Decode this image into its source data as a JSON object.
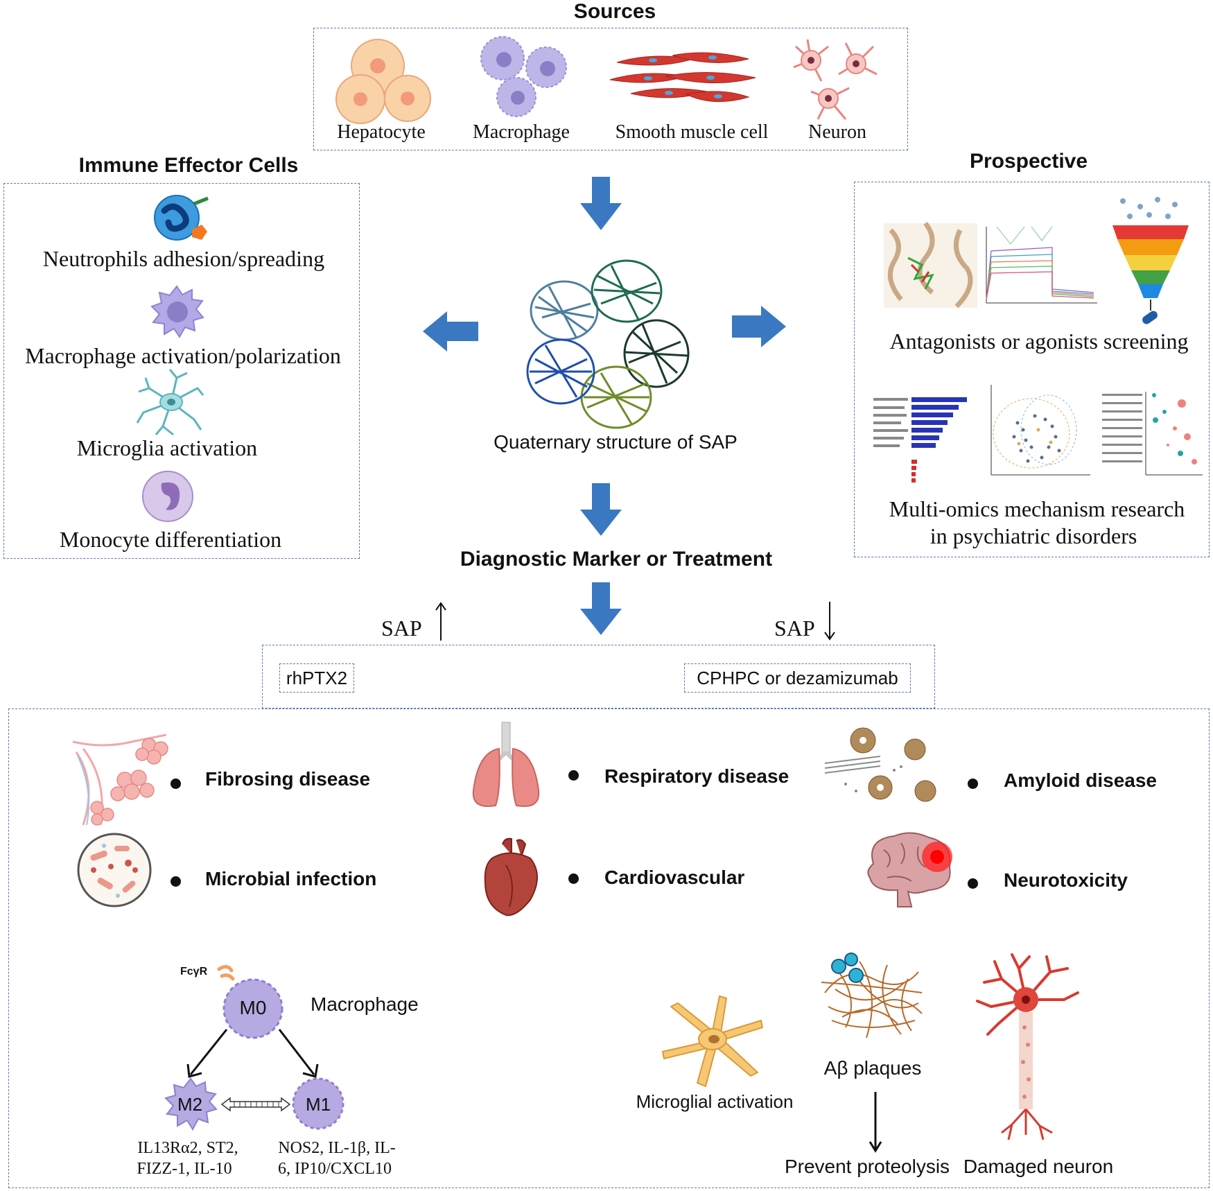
{
  "sources": {
    "title": "Sources",
    "cells": [
      "Hepatocyte",
      "Macrophage",
      "Smooth muscle cell",
      "Neuron"
    ]
  },
  "immune": {
    "title": "Immune Effector Cells",
    "items": [
      "Neutrophils adhesion/spreading",
      "Macrophage activation/polarization",
      "Microglia activation",
      "Monocyte differentiation"
    ]
  },
  "prospective": {
    "title": "Prospective",
    "screening": "Antagonists or agonists screening",
    "multiomics_line1": "Multi-omics mechanism research",
    "multiomics_line2": "in psychiatric disorders"
  },
  "center": {
    "structure_caption": "Quaternary structure of SAP",
    "diagnostic": "Diagnostic Marker or Treatment",
    "sap_up": "SAP",
    "sap_down": "SAP",
    "treatment_left": "rhPTX2",
    "treatment_right": "CPHPC or dezamizumab"
  },
  "diseases": [
    "Fibrosing disease",
    "Respiratory disease",
    "Amyloid disease",
    "Microbial infection",
    "Cardiovascular",
    "Neurotoxicity"
  ],
  "macrophage": {
    "receptor": "FcγR",
    "m0": "M0",
    "label": "Macrophage",
    "m2": "M2",
    "m1": "M1",
    "m2_markers_line1": "IL13Rα2, ST2,",
    "m2_markers_line2": "FIZZ-1, IL-10",
    "m1_markers_line1": "NOS2, IL-1β, IL-",
    "m1_markers_line2": "6, IP10/CXCL10"
  },
  "neuro": {
    "microglial": "Microglial activation",
    "plaques": "Aβ plaques",
    "prevent": "Prevent proteolysis",
    "damaged": "Damaged neuron"
  },
  "colors": {
    "arrow_blue": "#3a78c2",
    "box_border": "#5a78b5",
    "macrophage_purple": "#a79ad6"
  }
}
